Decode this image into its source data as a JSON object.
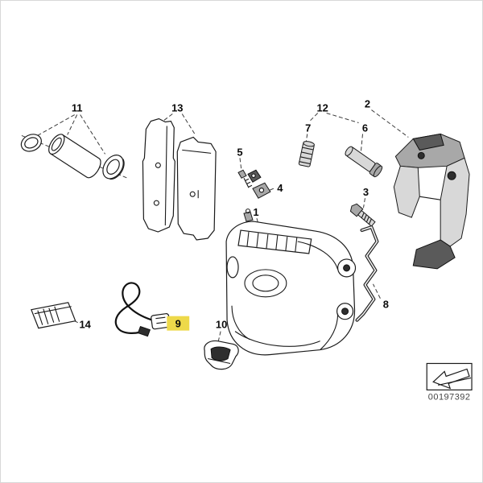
{
  "figure": {
    "part_number": "00197392",
    "highlight_color": "#eed94a",
    "highlighted_callout": "9",
    "callouts": {
      "1": "1",
      "2": "2",
      "3": "3",
      "4": "4",
      "5": "5",
      "6": "6",
      "7": "7",
      "8": "8",
      "9": "9",
      "10": "10",
      "11": "11",
      "12": "12",
      "13": "13",
      "14": "14"
    }
  }
}
